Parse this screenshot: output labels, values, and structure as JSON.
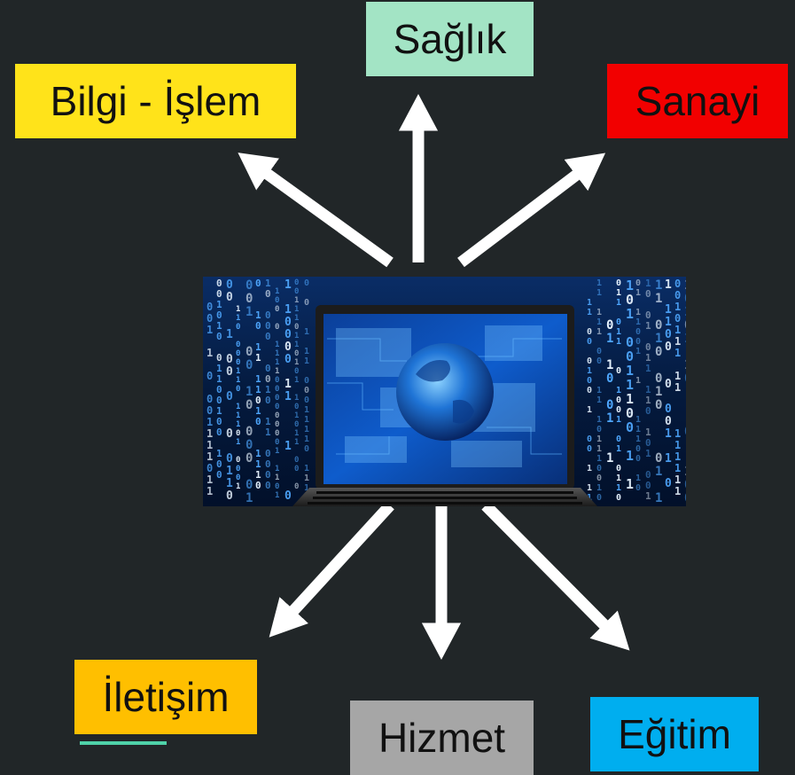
{
  "diagram": {
    "center_image": "laptop-with-binary-code-and-globe",
    "labels": {
      "saglik": "Sağlık",
      "bilgi_islem": "Bilgi - İşlem",
      "sanayi": "Sanayi",
      "iletisim": "İletişim",
      "hizmet": "Hizmet",
      "egitim": "Eğitim"
    },
    "colors": {
      "background": "#212628",
      "saglik": "#a3e4c5",
      "bilgi_islem": "#ffe31a",
      "sanayi": "#f20000",
      "iletisim": "#ffbf00",
      "hizmet": "#a6a6a6",
      "egitim": "#00aeef",
      "arrow": "#ffffff",
      "accent_underline": "#4fd2a9"
    }
  }
}
